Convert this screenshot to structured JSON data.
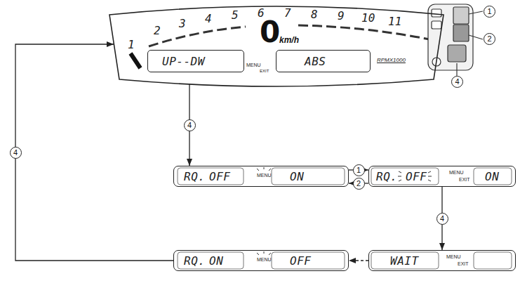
{
  "diagram": {
    "nodes": [
      {
        "text": [
          "0",
          "km/h",
          "MENU",
          "EXIT"
        ]
      },
      {
        "text": [
          "UP--DW"
        ],
        "in": 0
      },
      {
        "text": [
          "ABS"
        ],
        "in": 0
      },
      {
        "text": [
          "RQ.",
          "OFF",
          "MENU",
          "ON"
        ]
      },
      {
        "text": [
          "RQ.",
          "OFF",
          "MENU",
          "EXIT",
          "ON"
        ]
      },
      {
        "text": [
          "WAIT",
          "MENU",
          "EXIT"
        ]
      },
      {
        "text": [
          "RQ.",
          "ON",
          "MENU",
          "OFF"
        ]
      }
    ],
    "edges": [
      {
        "from": 0,
        "to": 3,
        "arrow": "to",
        "label": "4"
      },
      {
        "from": 3,
        "to": 4,
        "arrow": "to",
        "label": "1"
      },
      {
        "from": 4,
        "to": 3,
        "arrow": "to",
        "label": "2"
      },
      {
        "from": 4,
        "to": 5,
        "arrow": "to",
        "label": "4"
      },
      {
        "from": 5,
        "to": 6,
        "arrow": "to"
      },
      {
        "from": 6,
        "to": 0,
        "arrow": "to",
        "label": "4"
      }
    ],
    "labels": [
      "1",
      "2",
      "3",
      "4",
      "5",
      "6",
      "7",
      "8",
      "9",
      "10",
      "11",
      "RPMX1000",
      "1",
      "2",
      "4"
    ]
  }
}
